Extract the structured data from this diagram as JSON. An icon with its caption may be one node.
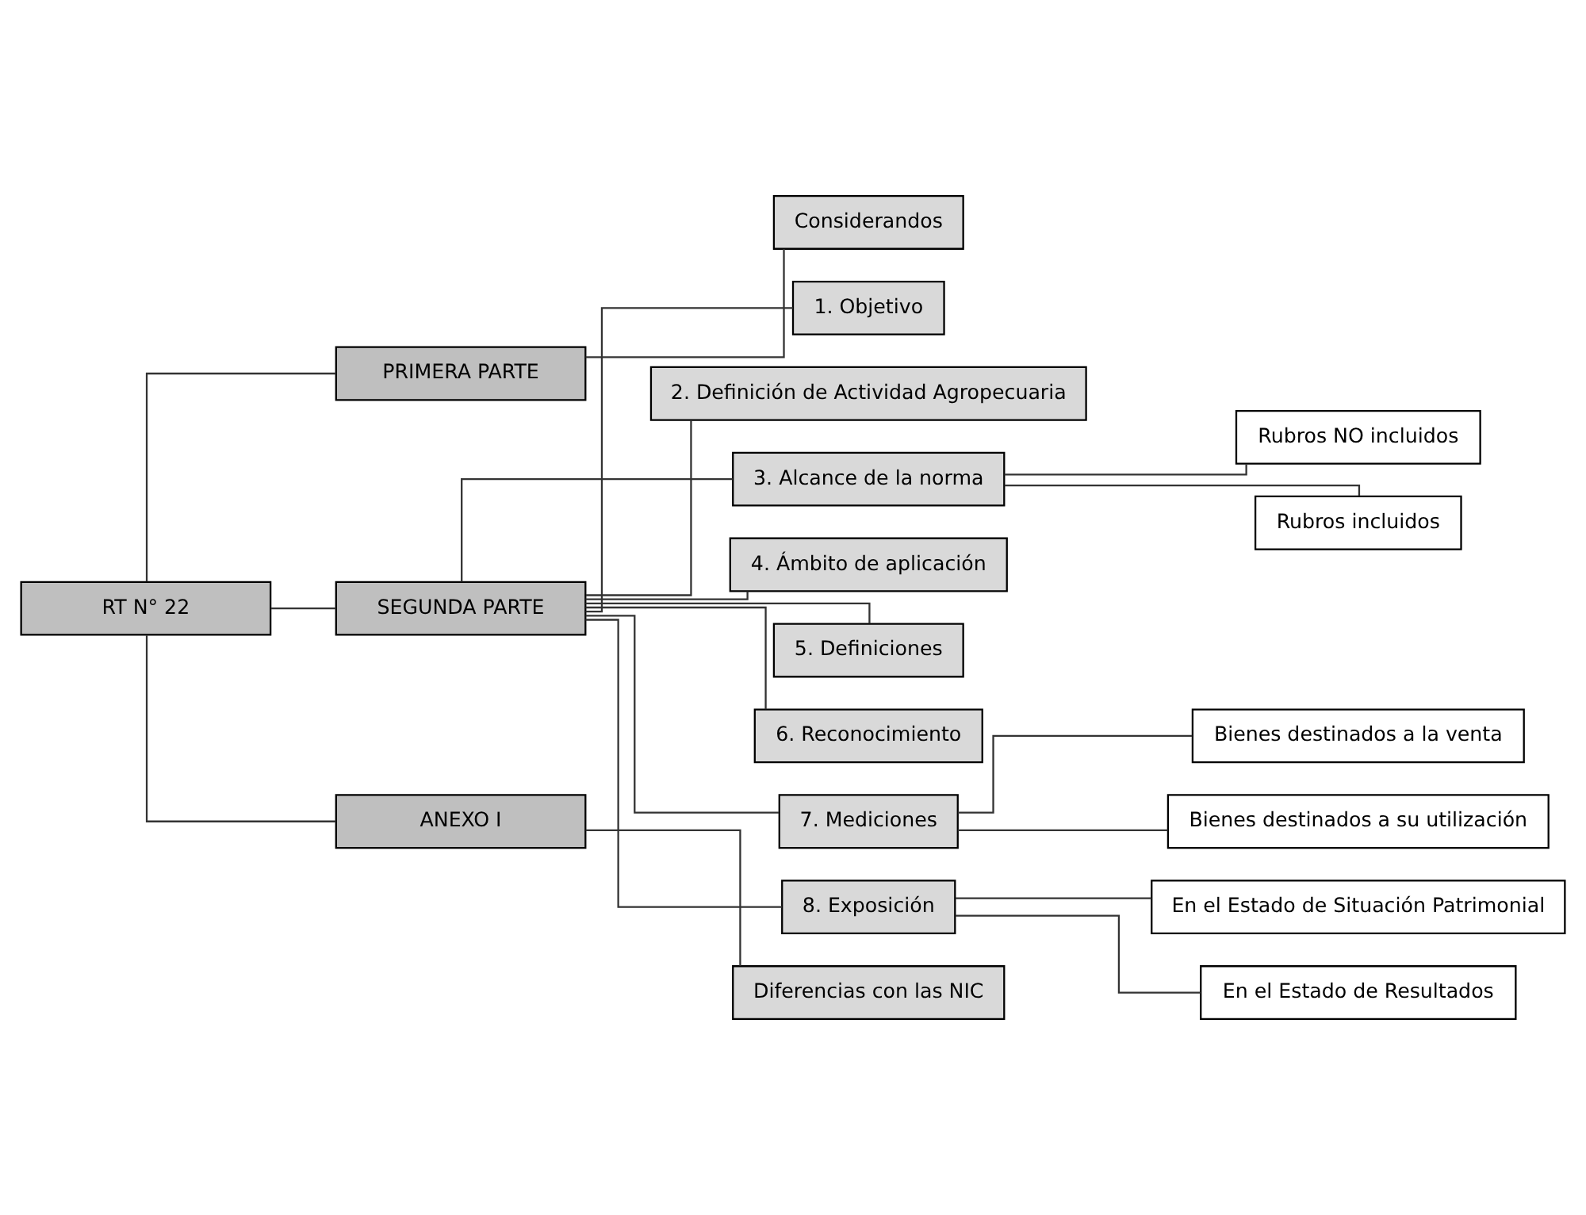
{
  "diagram": {
    "nodes": [
      {
        "text": [
          "RT N° 22"
        ]
      },
      {
        "text": [
          "PRIMERA PARTE"
        ]
      },
      {
        "text": [
          "Considerandos"
        ]
      },
      {
        "text": [
          "SEGUNDA PARTE"
        ]
      },
      {
        "text": [
          "1. Objetivo"
        ]
      },
      {
        "text": [
          "2. Definición de Actividad Agropecuaria"
        ]
      },
      {
        "text": [
          "3. Alcance de la norma"
        ]
      },
      {
        "text": [
          "Rubros NO incluidos"
        ]
      },
      {
        "text": [
          "Rubros incluidos"
        ]
      },
      {
        "text": [
          "4. Ámbito de aplicación"
        ]
      },
      {
        "text": [
          "5. Definiciones"
        ]
      },
      {
        "text": [
          "6. Reconocimiento"
        ]
      },
      {
        "text": [
          "7. Mediciones"
        ]
      },
      {
        "text": [
          "Bienes destinados a la venta"
        ]
      },
      {
        "text": [
          "Bienes destinados a su utilización"
        ]
      },
      {
        "text": [
          "8. Exposición"
        ]
      },
      {
        "text": [
          "En el Estado de Situación Patrimonial"
        ]
      },
      {
        "text": [
          "En el Estado de Resultados"
        ]
      },
      {
        "text": [
          "ANEXO I"
        ]
      },
      {
        "text": [
          "Diferencias con las NIC"
        ]
      }
    ],
    "edges": [
      {
        "from": 0,
        "to": 1,
        "arrow": "none"
      },
      {
        "from": 0,
        "to": 3,
        "arrow": "none"
      },
      {
        "from": 0,
        "to": 18,
        "arrow": "none"
      },
      {
        "from": 1,
        "to": 2,
        "arrow": "none"
      },
      {
        "from": 3,
        "to": 4,
        "arrow": "none"
      },
      {
        "from": 3,
        "to": 5,
        "arrow": "none"
      },
      {
        "from": 3,
        "to": 6,
        "arrow": "none"
      },
      {
        "from": 3,
        "to": 9,
        "arrow": "none"
      },
      {
        "from": 3,
        "to": 10,
        "arrow": "none"
      },
      {
        "from": 3,
        "to": 11,
        "arrow": "none"
      },
      {
        "from": 3,
        "to": 12,
        "arrow": "none"
      },
      {
        "from": 3,
        "to": 15,
        "arrow": "none"
      },
      {
        "from": 6,
        "to": 7,
        "arrow": "none"
      },
      {
        "from": 6,
        "to": 8,
        "arrow": "none"
      },
      {
        "from": 12,
        "to": 13,
        "arrow": "none"
      },
      {
        "from": 12,
        "to": 14,
        "arrow": "none"
      },
      {
        "from": 15,
        "to": 16,
        "arrow": "none"
      },
      {
        "from": 15,
        "to": 17,
        "arrow": "none"
      },
      {
        "from": 18,
        "to": 19,
        "arrow": "none"
      }
    ]
  }
}
